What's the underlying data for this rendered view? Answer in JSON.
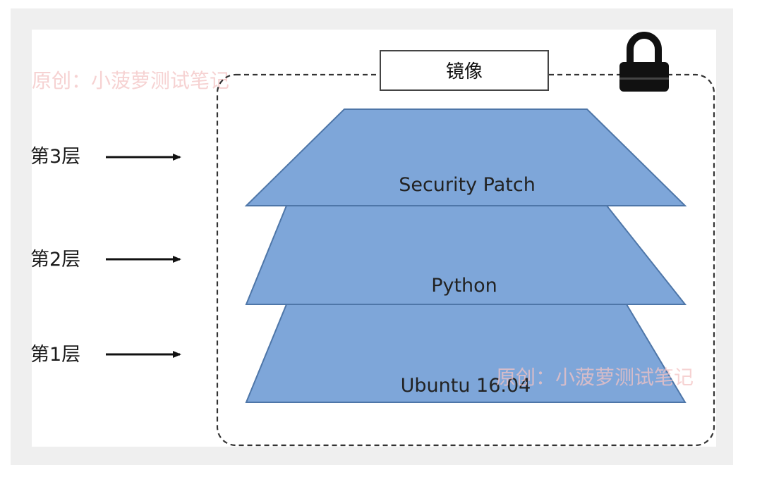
{
  "image_box": {
    "title": "镜像"
  },
  "side_labels": [
    "第3层",
    "第2层",
    "第1层"
  ],
  "layers": [
    "Security Patch",
    "Python",
    "Ubuntu 16.04"
  ],
  "watermarks": [
    "原创：小菠萝测试笔记",
    "原创：小菠萝测试笔记"
  ],
  "colors": {
    "layer_fill": "#7ea6d9",
    "layer_stroke": "#4e76a8",
    "frame_bg": "#efefef",
    "dashed_border": "#333333",
    "watermark": "#f4c4c4"
  },
  "icons": {
    "lock": "padlock-icon"
  }
}
